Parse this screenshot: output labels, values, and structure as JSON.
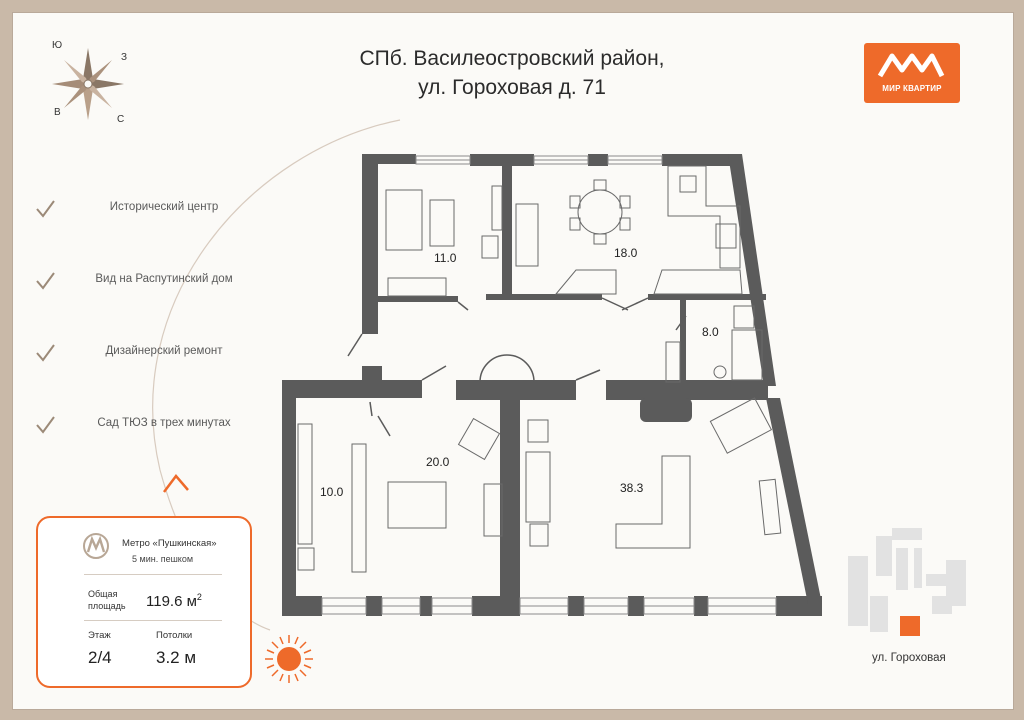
{
  "title": {
    "line1": "СПб. Василеостровский район,",
    "line2": "ул. Гороховая  д. 71"
  },
  "logo": {
    "text": "МИР КВАРТИР"
  },
  "compass": {
    "n": "Ю",
    "e": "З",
    "w": "В",
    "s": "С"
  },
  "features": [
    "Исторический центр",
    "Вид на Распутинский дом",
    "Дизайнерский ремонт",
    "Сад ТЮЗ в трех минутах"
  ],
  "info": {
    "metro": "Метро «Пушкинская»",
    "walk": "5 мин. пешком",
    "area_label_1": "Общая",
    "area_label_2": "площадь",
    "area_value": "119.6 м",
    "area_unit_sup": "2",
    "floor_label": "Этаж",
    "floor_value": "2/4",
    "ceiling_label": "Потолки",
    "ceiling_value": "3.2 м"
  },
  "rooms": [
    "11.0",
    "18.0",
    "8.0",
    "20.0",
    "10.0",
    "38.3"
  ],
  "street_label": "ул. Гороховая",
  "colors": {
    "accent": "#ee6a2a",
    "wall": "#5b5b5b",
    "furniture": "#6a6a6a"
  }
}
